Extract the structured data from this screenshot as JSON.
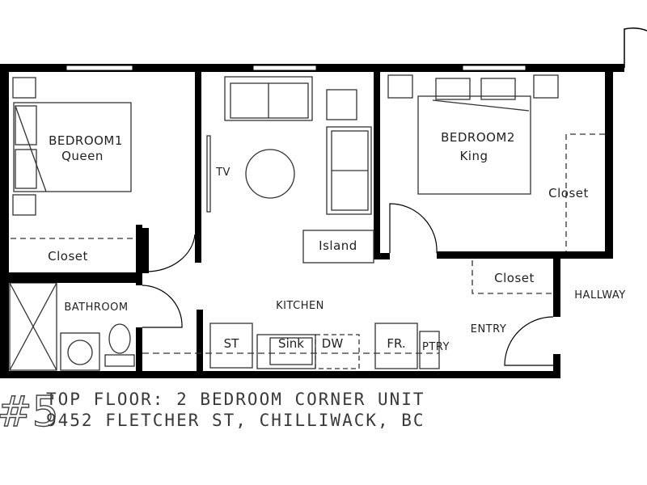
{
  "labels": {
    "bedroom1": "BEDROOM1",
    "bedroom1_bed": "Queen",
    "bedroom2": "BEDROOM2",
    "bedroom2_bed": "King",
    "closet_bed1": "Closet",
    "closet_bed2": "Closet",
    "closet_entry": "Closet",
    "tv": "TV",
    "island": "Island",
    "bathroom": "BATHROOM",
    "kitchen": "KITCHEN",
    "hallway": "HALLWAY",
    "entry": "ENTRY",
    "stove": "ST",
    "sink": "Sink",
    "dishwasher": "DW",
    "fridge": "FR.",
    "pantry": "PTRY"
  },
  "caption": {
    "unit_number": "#5",
    "line1": "TOP FLOOR: 2 BEDROOM CORNER UNIT",
    "line2": "9452 FLETCHER ST, CHILLIWACK, BC"
  }
}
